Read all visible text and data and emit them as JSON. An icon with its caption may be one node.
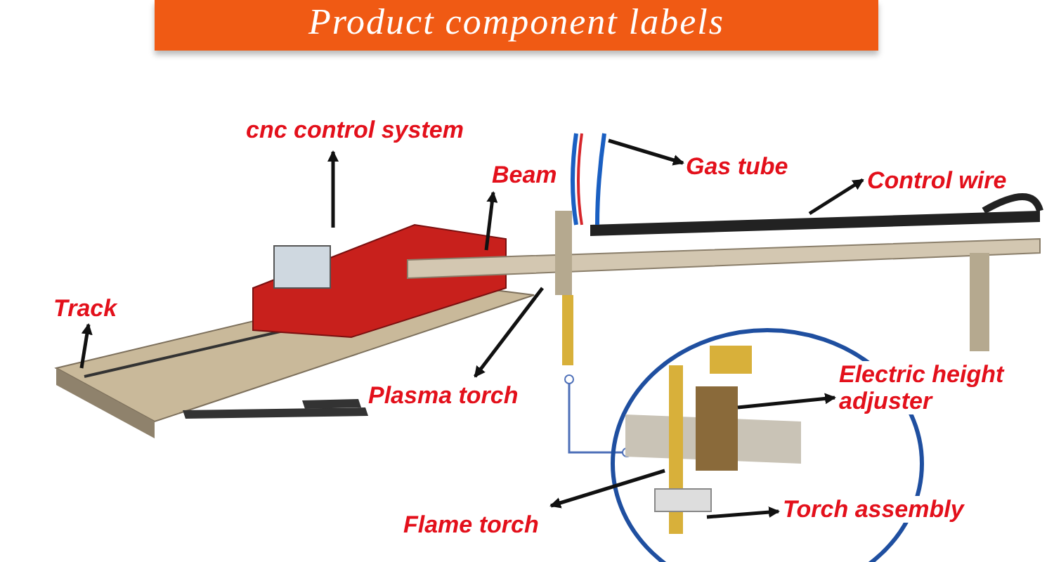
{
  "diagram": {
    "title": "Product component labels",
    "nodes": [
      {
        "text": [
          "cnc control system"
        ]
      },
      {
        "text": [
          "Beam"
        ]
      },
      {
        "text": [
          "Gas tube"
        ]
      },
      {
        "text": [
          "Control wire"
        ]
      },
      {
        "text": [
          "Track"
        ]
      },
      {
        "text": [
          "Plasma torch"
        ]
      },
      {
        "text": [
          "Electric height adjuster"
        ]
      },
      {
        "text": [
          "Flame torch"
        ]
      },
      {
        "text": [
          "Torch assembly"
        ]
      }
    ],
    "edges": [
      {
        "from": null,
        "to": 0,
        "arrow": "to"
      },
      {
        "from": null,
        "to": 1,
        "arrow": "to"
      },
      {
        "from": null,
        "to": 2,
        "arrow": "to"
      },
      {
        "from": null,
        "to": 3,
        "arrow": "to"
      },
      {
        "from": null,
        "to": 4,
        "arrow": "to"
      },
      {
        "from": null,
        "to": 5,
        "arrow": "to"
      },
      {
        "from": null,
        "to": 6,
        "arrow": "to"
      },
      {
        "from": null,
        "to": 7,
        "arrow": "to"
      },
      {
        "from": null,
        "to": 8,
        "arrow": "to"
      }
    ]
  }
}
